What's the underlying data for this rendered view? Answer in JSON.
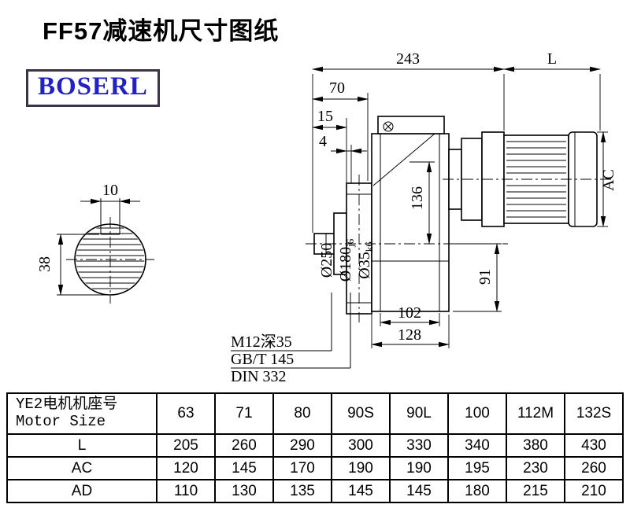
{
  "page": {
    "title": "FF57减速机尺寸图纸",
    "brand": "BOSERL"
  },
  "drawing": {
    "dims": {
      "top_width": "243",
      "motor_length": "L",
      "d70": "70",
      "d15": "15",
      "d4": "4",
      "ac": "AC",
      "key_width": "10",
      "key_height": "38",
      "d136": "136",
      "d91": "91",
      "d102": "102",
      "d128": "128",
      "flange_dia": "Ø250",
      "spigot_dia": "Ø180",
      "spigot_tol": "j6",
      "shaft_dia": "Ø35",
      "shaft_tol": "k6"
    },
    "notes": {
      "tap": "M12深35",
      "std1": "GB/T 145",
      "std2": "DIN 332"
    }
  },
  "table": {
    "header_cn": "YE2电机机座号",
    "header_en": "Motor Size",
    "sizes": [
      "63",
      "71",
      "80",
      "90S",
      "90L",
      "100",
      "112M",
      "132S"
    ],
    "rows": [
      {
        "label": "L",
        "values": [
          "205",
          "260",
          "290",
          "300",
          "330",
          "340",
          "380",
          "430"
        ]
      },
      {
        "label": "AC",
        "values": [
          "120",
          "145",
          "170",
          "190",
          "190",
          "195",
          "230",
          "260"
        ]
      },
      {
        "label": "AD",
        "values": [
          "110",
          "130",
          "135",
          "145",
          "145",
          "180",
          "215",
          "210"
        ]
      }
    ]
  }
}
